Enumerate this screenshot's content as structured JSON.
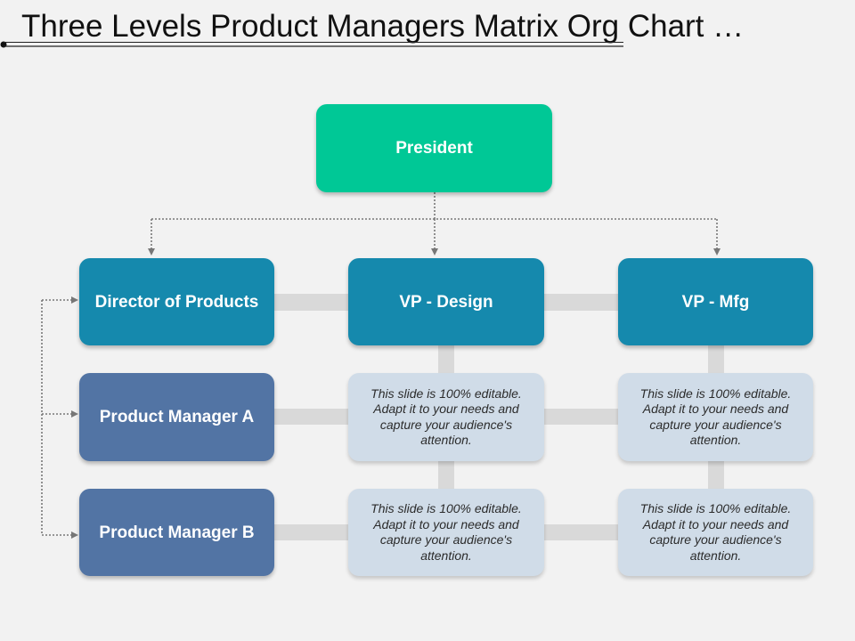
{
  "title": "Three Levels Product Managers Matrix Org Chart …",
  "colors": {
    "president": "#00c896",
    "level2": "#1589ad",
    "managers": "#5274a4",
    "notes": "#d0dce8",
    "connector": "#d9d9d9",
    "dotted_arrow": "#777777"
  },
  "chart": {
    "top": {
      "label": "President"
    },
    "level2": [
      {
        "label": "Director of Products"
      },
      {
        "label": "VP - Design"
      },
      {
        "label": "VP - Mfg"
      }
    ],
    "managers": [
      {
        "label": "Product Manager A"
      },
      {
        "label": "Product Manager B"
      }
    ],
    "notes": [
      {
        "text": "This slide is 100% editable. Adapt it to your needs and capture your audience's attention."
      },
      {
        "text": "This slide is 100% editable. Adapt it to your needs and capture your audience's attention."
      },
      {
        "text": "This slide is 100% editable. Adapt it to your needs and capture your audience's attention."
      },
      {
        "text": "This slide is 100% editable. Adapt it to your needs and capture your audience's attention."
      }
    ]
  }
}
